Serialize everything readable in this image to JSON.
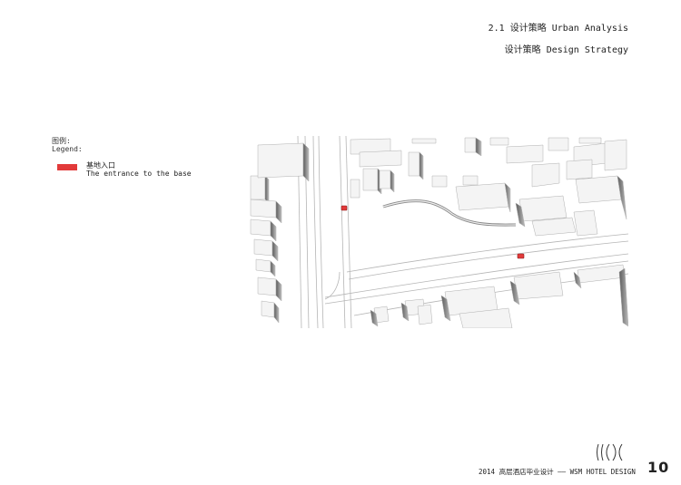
{
  "header": {
    "section_title": "2.1 设计策略 Urban Analysis",
    "subtitle": "设计策略  Design Strategy"
  },
  "legend": {
    "title_cn": "图例:",
    "title_en": "Legend:",
    "items": [
      {
        "label_cn": "基地入口",
        "label_en": "The entrance to the base",
        "color": "#e23a3a"
      }
    ]
  },
  "map": {
    "icon": "axonometric-site-map",
    "entrance_color": "#e23a3a"
  },
  "footer": {
    "text": "2014 高层酒店毕业设计 —— WSM HOTEL DESIGN",
    "page_number": "10"
  }
}
